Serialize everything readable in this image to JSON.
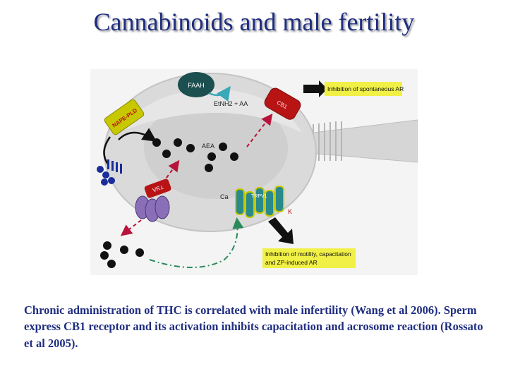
{
  "slide": {
    "title": "Cannabinoids and male fertility",
    "caption": "Chronic administration of THC is correlated with male infertility (Wang et al 2006). Sperm express CB1 receptor and its activation inhibits capacitation and acrosome reaction (Rossato et al 2005)."
  },
  "diagram": {
    "labels": {
      "faah": "FAAH",
      "products": "EtNH2 + AA",
      "aea": "AEA",
      "napepld": "NAPE-PLD",
      "cb1": "CB1",
      "trpv1": "TRPV1",
      "vr1": "VR1",
      "ca": "Ca",
      "k": "K"
    },
    "boxes": {
      "inhibition_ar": "Inhibition of spontaneous AR",
      "inhibition_motility_line1": "Inhibition of motility, capacitation",
      "inhibition_motility_line2": "and ZP-induced AR"
    },
    "colors": {
      "cell": "#dcdcdc",
      "background": "#f2f2f2",
      "faah": "#1c4f4f",
      "napepld": "#c8c800",
      "cb1": "#b81414",
      "trpv1": "#2a8a8a",
      "transporter": "#8a6fb8",
      "label_box": "#f0f046",
      "arrow_teal": "#3aa8b8",
      "arrow_red": "#b8143a",
      "arrow_green": "#2a8a5a"
    }
  }
}
